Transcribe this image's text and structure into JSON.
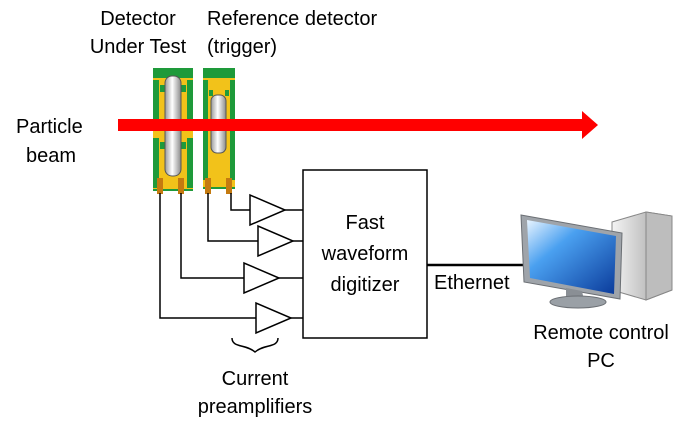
{
  "labels": {
    "dut_line1": "Detector",
    "dut_line2": "Under Test",
    "ref_line1": "Reference detector",
    "ref_line2": "(trigger)",
    "beam_line1": "Particle",
    "beam_line2": "beam",
    "digitizer_line1": "Fast",
    "digitizer_line2": "waveform",
    "digitizer_line3": "digitizer",
    "ethernet": "Ethernet",
    "pc_line1": "Remote control",
    "pc_line2": "PC",
    "preamp_line1": "Current",
    "preamp_line2": "preamplifiers"
  },
  "colors": {
    "beam": "#ff0000",
    "detector_green": "#1e9a3a",
    "detector_yellow": "#f2c21a",
    "wire": "#000000",
    "monitor_blue": "#2f7fe0",
    "pc_grey": "#c8c8c8"
  },
  "icons": {
    "pc": "desktop-computer-icon"
  }
}
